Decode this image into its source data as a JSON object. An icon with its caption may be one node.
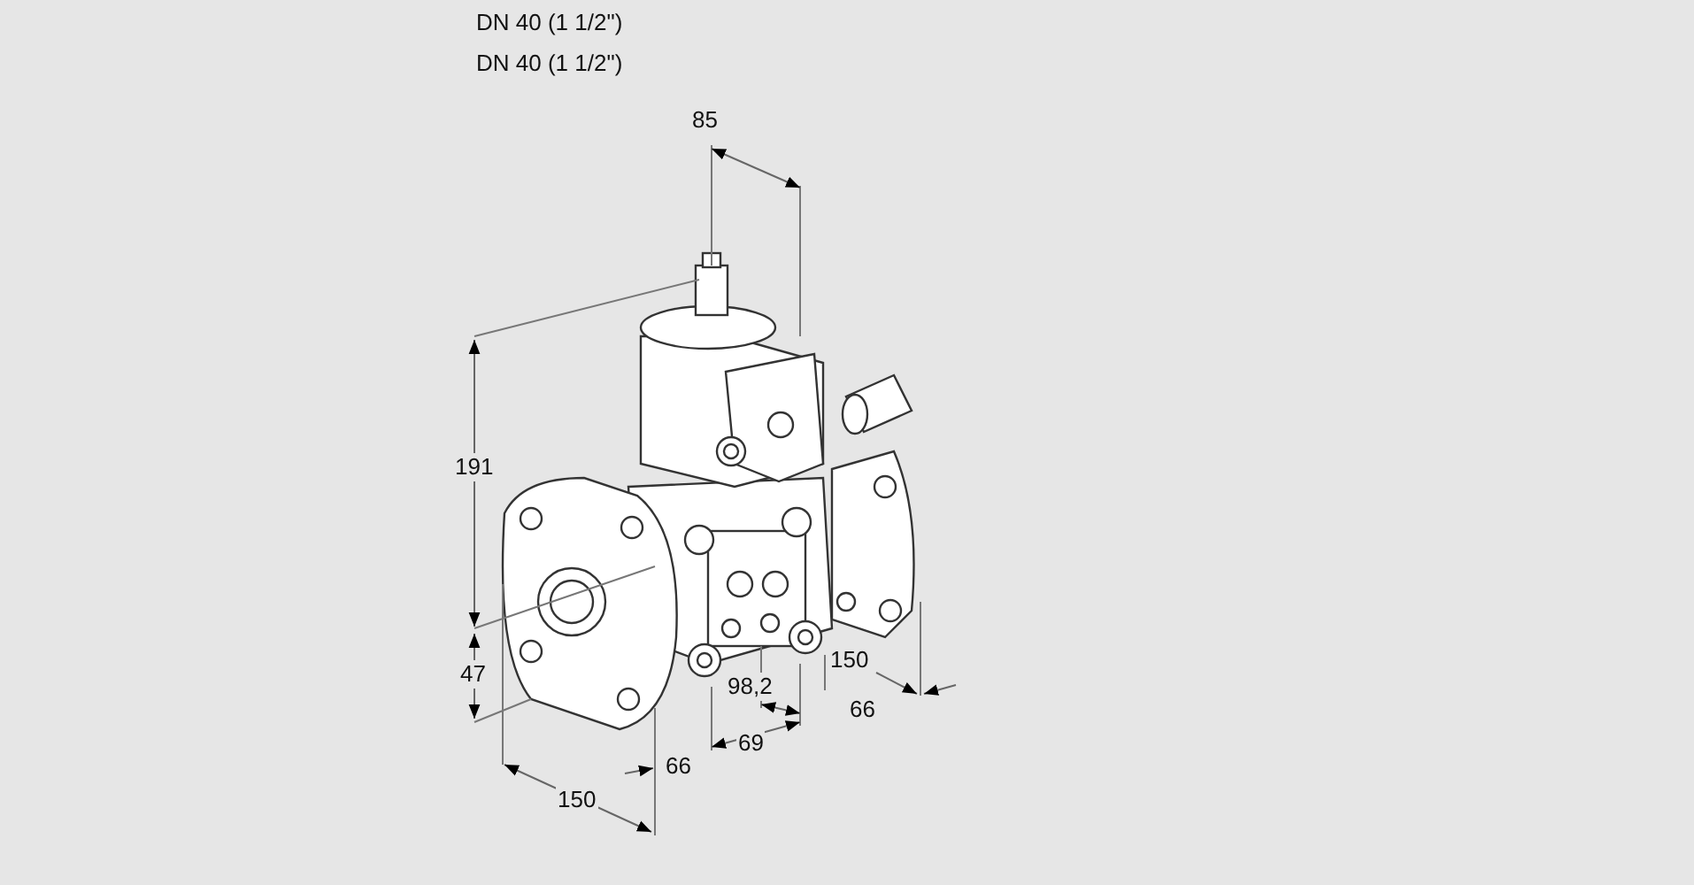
{
  "diagram": {
    "labels": [
      "DN 40 (1 1/2\")",
      "DN 40 (1 1/2\")",
      "85",
      "191",
      "150",
      "47",
      "98,2",
      "66",
      "69",
      "66",
      "150"
    ]
  }
}
